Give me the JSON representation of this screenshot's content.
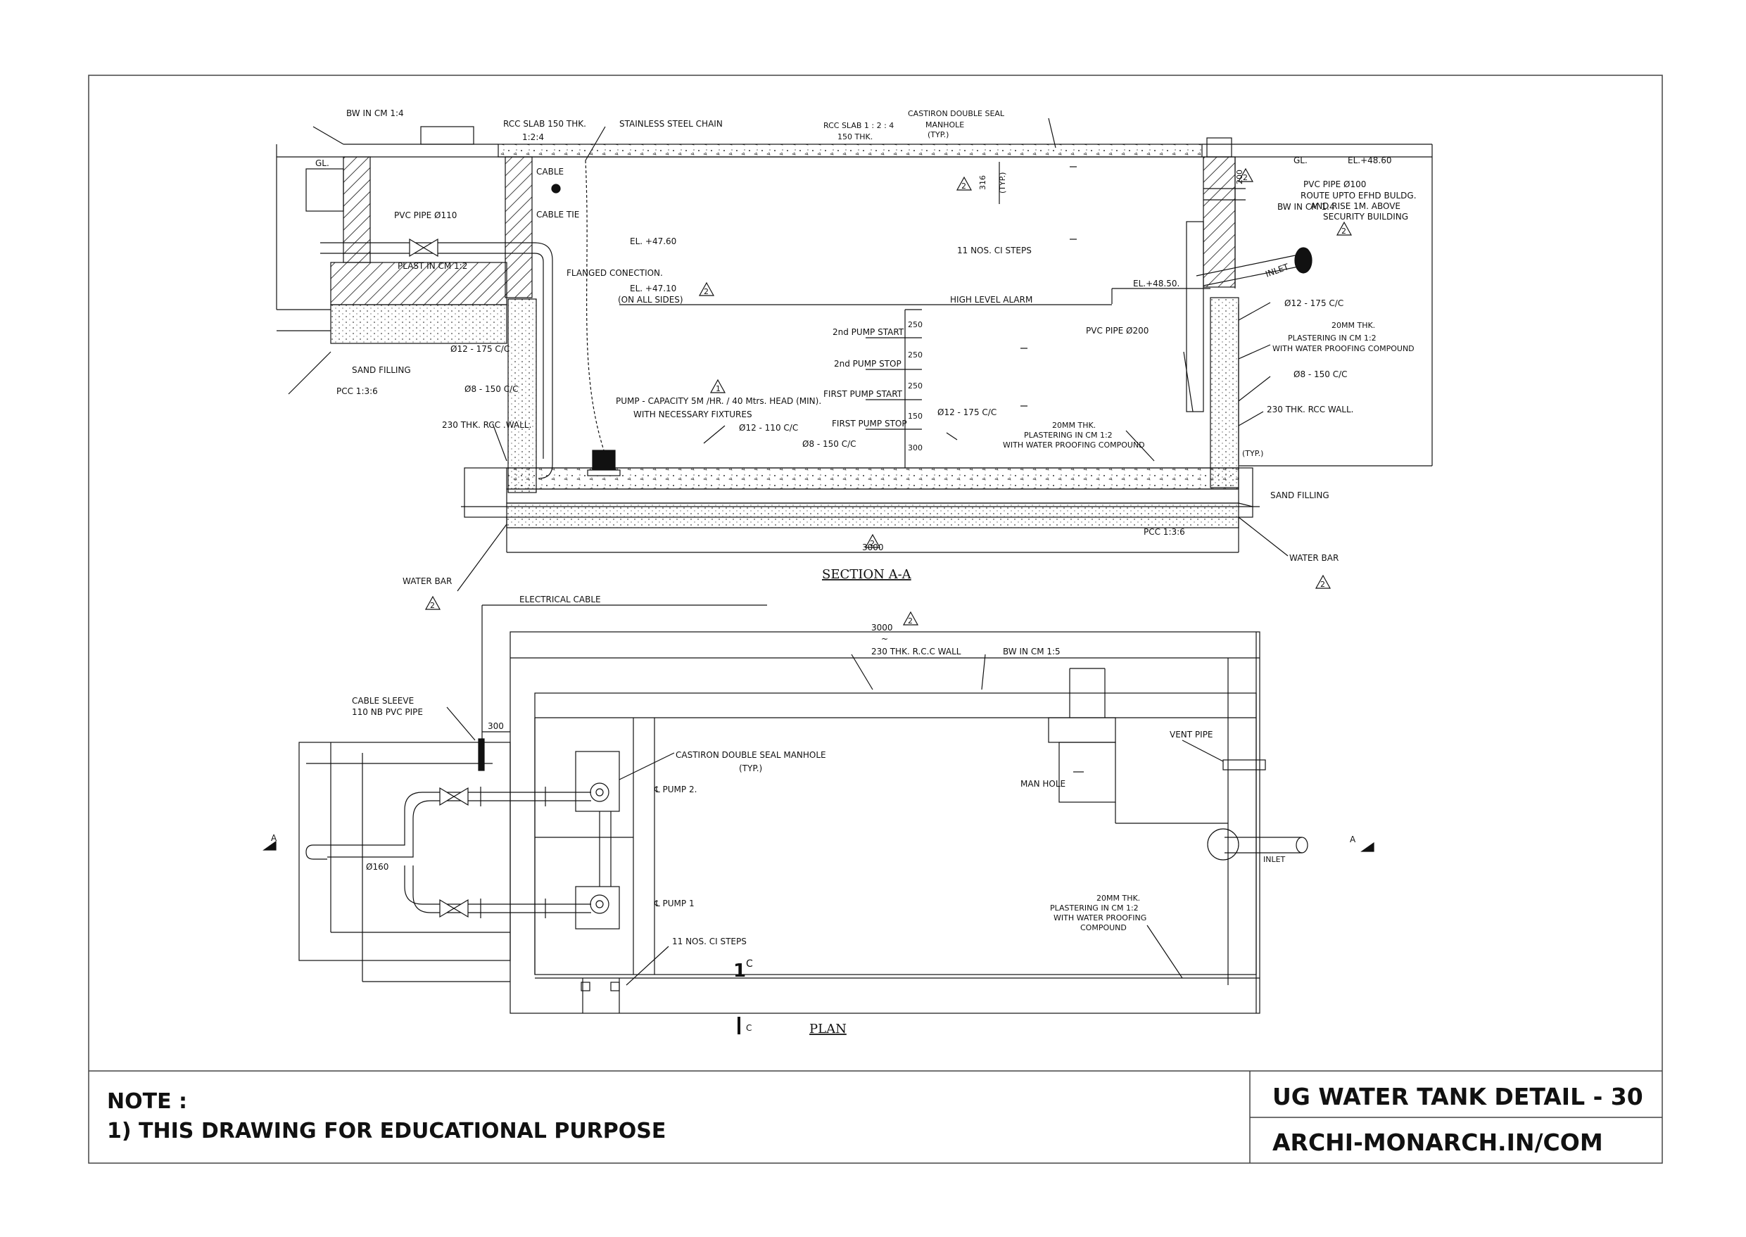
{
  "section": {
    "title": "SECTION  A-A",
    "labels": {
      "bw_cm": "BW IN CM 1:4",
      "rcc_slab": "RCC SLAB 150 THK.",
      "rcc_mix": "1:2:4",
      "ss_chain": "STAINLESS STEEL CHAIN",
      "rcc_slab2": "RCC SLAB 1 : 2 : 4",
      "thk150": "150 THK.",
      "manhole1": "CASTIRON DOUBLE SEAL",
      "manhole2": "MANHOLE",
      "typ": "(TYP.)",
      "gl_left": "GL.",
      "cable": "CABLE",
      "cable_tie": "CABLE TIE",
      "pvc110": "PVC PIPE Ø110",
      "plast": "PLAST IN CM 1:2",
      "flanged": "FLANGED CONECTION.",
      "el4760": "EL. +47.60",
      "el4710": "EL. +47.10",
      "on_all_sides": "(ON ALL SIDES)",
      "steps": "11 NOS. CI STEPS",
      "hla": "HIGH  LEVEL ALARM",
      "dim316": "316",
      "dim_typ": "(TYP.)",
      "p2start": "2nd PUMP START",
      "p2stop": "2nd PUMP STOP",
      "p1start": "FIRST PUMP START",
      "p1stop": "FIRST PUMP STOP",
      "d250a": "250",
      "d250b": "250",
      "d250c": "250",
      "d150": "150",
      "d300": "300",
      "sand_left": "SAND FILLING",
      "pcc_left": "PCC 1:3:6",
      "bar12_left": "Ø12 - 175 C/C",
      "bar8_left": "Ø8 - 150 C/C",
      "wall_left": "230 THK. RCC .WALL.",
      "pump1": "PUMP - CAPACITY 5M /HR. / 40 Mtrs. HEAD (MIN).",
      "pump2": "WITH NECESSARY FIXTURES",
      "bar12_110": "Ø12 - 110 C/C",
      "bar8_150": "Ø8 - 150 C/C",
      "bar12_175": "Ø12 - 175 C/C",
      "plaster_mid1": "20MM THK.",
      "plaster_mid2": "PLASTERING IN CM 1:2",
      "plaster_mid3": "WITH WATER PROOFING COMPOUND",
      "dim3000": "3000",
      "pcc_right": "PCC 1:3:6",
      "water_bar_left": "WATER BAR",
      "water_bar_right": "WATER BAR",
      "sand_right": "SAND FILLING",
      "gl_right": "GL.",
      "el4860": "EL.+48.60",
      "dim200": "200",
      "pvc100": "PVC PIPE Ø100",
      "route1": "ROUTE UPTO EFHD BULDG.",
      "route2": "AND RISE 1M. ABOVE",
      "route3": "SECURITY BUILDING",
      "bw14": "BW IN CM 1:4",
      "el4850": "EL.+48.50.",
      "inlet": "INLET",
      "bar12_right": "Ø12 - 175 C/C",
      "pl_r1": "20MM THK.",
      "pl_r2": "PLASTERING IN CM 1:2",
      "pl_r3": "WITH WATER PROOFING COMPOUND",
      "bar8_right": "Ø8 - 150 C/C",
      "wall_right": "230 THK. RCC WALL.",
      "pvc200": "PVC PIPE Ø200",
      "typ_right": "(TYP.)",
      "rev": "2",
      "rev1": "1"
    }
  },
  "plan": {
    "title": "PLAN",
    "labels": {
      "electrical_cable": "ELECTRICAL CABLE",
      "dim3000": "3000",
      "tilde": "~",
      "wall230": "230 THK. R.C.C WALL",
      "bw15": "BW IN CM 1:5",
      "cable_sleeve": "CABLE SLEEVE",
      "sleeve_pipe": "110 NB PVC PIPE",
      "dim300": "300",
      "manhole1": "CASTIRON DOUBLE SEAL MANHOLE",
      "manhole2": "(TYP.)",
      "pump2": "℄ PUMP 2.",
      "pump1": "℄ PUMP 1",
      "man_hole": "MAN HOLE",
      "vent_pipe": "VENT PIPE",
      "inlet": "INLET",
      "d160": "Ø160",
      "steps": "11 NOS. CI STEPS",
      "pl1": "20MM THK.",
      "pl2": "PLASTERING IN CM 1:2",
      "pl3": "WITH WATER PROOFING",
      "pl4": "COMPOUND",
      "sec_a_left": "A",
      "sec_a_right": "A",
      "sec_c": "C",
      "sec_c_big": "1",
      "sec_c_sup": "C",
      "rev": "2"
    }
  },
  "titleblock": {
    "note_heading": "NOTE :",
    "note_1": "1) THIS DRAWING FOR EDUCATIONAL PURPOSE",
    "drawing_title": "UG WATER TANK DETAIL - 30",
    "website": "ARCHI-MONARCH.IN/COM"
  }
}
